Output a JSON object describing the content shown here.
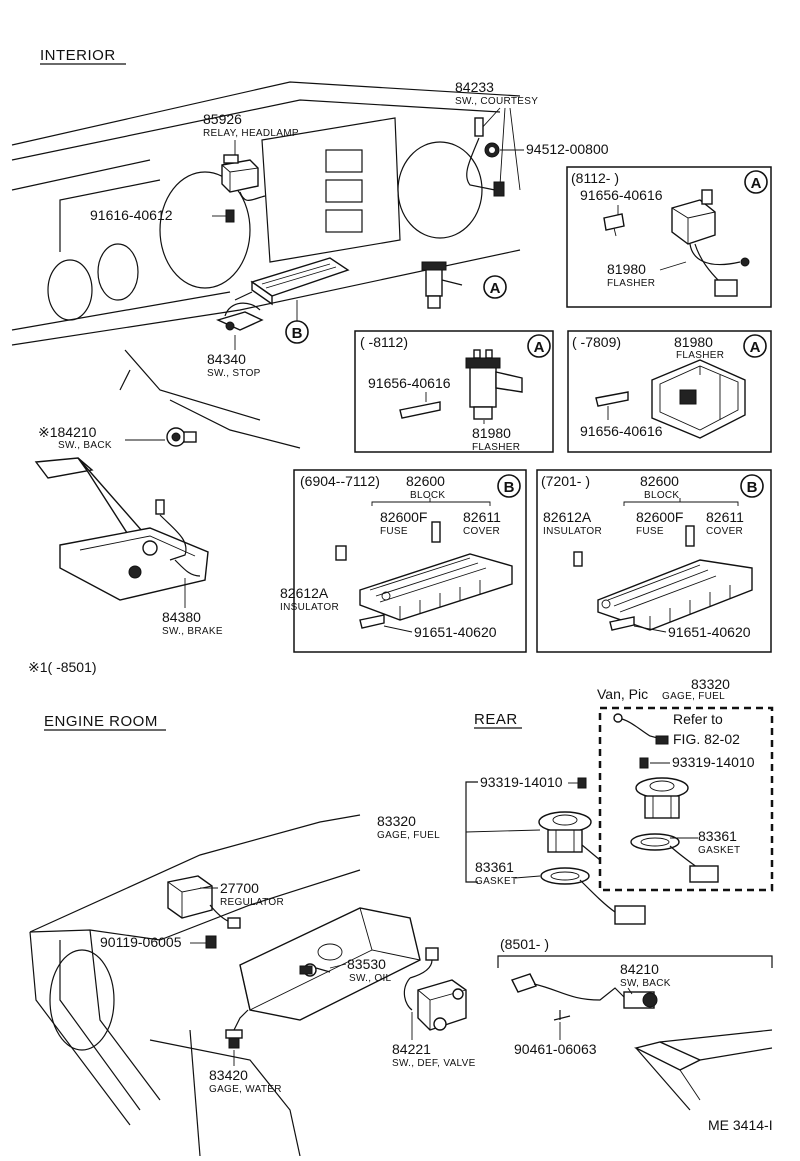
{
  "sections": {
    "interior": "INTERIOR",
    "engine_room": "ENGINE ROOM",
    "rear": "REAR",
    "applicability": "※1(    -8501)"
  },
  "labels": {
    "p84233": "84233",
    "d84233": "SW., COURTESY",
    "p94512": "94512-00800",
    "p85926": "85926",
    "d85926": "RELAY, HEADLAMP",
    "p91616": "91616-40612",
    "p84340": "84340",
    "d84340": "SW., STOP",
    "p184210": "※184210",
    "d184210": "SW., BACK",
    "p84380": "84380",
    "d84380": "SW., BRAKE",
    "p27700": "27700",
    "d27700": "REGULATOR",
    "p90119": "90119-06005",
    "p83530": "83530",
    "d83530": "SW., OIL",
    "p83420": "83420",
    "d83420": "GAGE, WATER",
    "p84221": "84221",
    "d84221": "SW., DEF, VALVE",
    "p93319a": "93319-14010",
    "p83320a": "83320",
    "d83320a": "GAGE, FUEL",
    "p83361a": "83361",
    "d83361a": "GASKET",
    "p83320b": "83320",
    "van_pic": "Van, Pic",
    "d83320b": "GAGE, FUEL",
    "refer1": "Refer to",
    "refer2": "FIG. 82-02",
    "p93319b": "93319-14010",
    "p83361b": "83361",
    "d83361b": "GASKET",
    "p84210": "84210",
    "d84210": "SW, BACK",
    "p90461": "90461-06063",
    "fig_code": "ME 3414-I"
  },
  "inset_a1": {
    "range": "(8112-        )",
    "marker": "A",
    "p91656": "91656-40616",
    "p81980": "81980",
    "d81980": "FLASHER"
  },
  "inset_a2": {
    "range": "(      -8112)",
    "marker": "A",
    "p91656": "91656-40616",
    "p81980": "81980",
    "d81980": "FLASHER"
  },
  "inset_a3": {
    "range": "(      -7809)",
    "marker": "A",
    "p81980": "81980",
    "d81980": "FLASHER",
    "p91656": "91656-40616"
  },
  "inset_b1": {
    "range": "(6904--7112)",
    "p82600": "82600",
    "d82600": "BLOCK",
    "marker": "B",
    "p82600F": "82600F",
    "d82600F": "FUSE",
    "p82611": "82611",
    "d82611": "COVER",
    "p82612A": "82612A",
    "d82612A": "INSULATOR",
    "p91651": "91651-40620"
  },
  "inset_b2": {
    "range": "(7201-        )",
    "p82600": "82600",
    "d82600": "BLOCK",
    "marker": "B",
    "p82612A": "82612A",
    "d82612A": "INSULATOR",
    "p82600F": "82600F",
    "d82600F": "FUSE",
    "p82611": "82611",
    "d82611": "COVER",
    "p91651": "91651-40620"
  },
  "inset_8501": {
    "range": "(8501-        )"
  },
  "callouts": {
    "a": "A",
    "b": "B"
  }
}
